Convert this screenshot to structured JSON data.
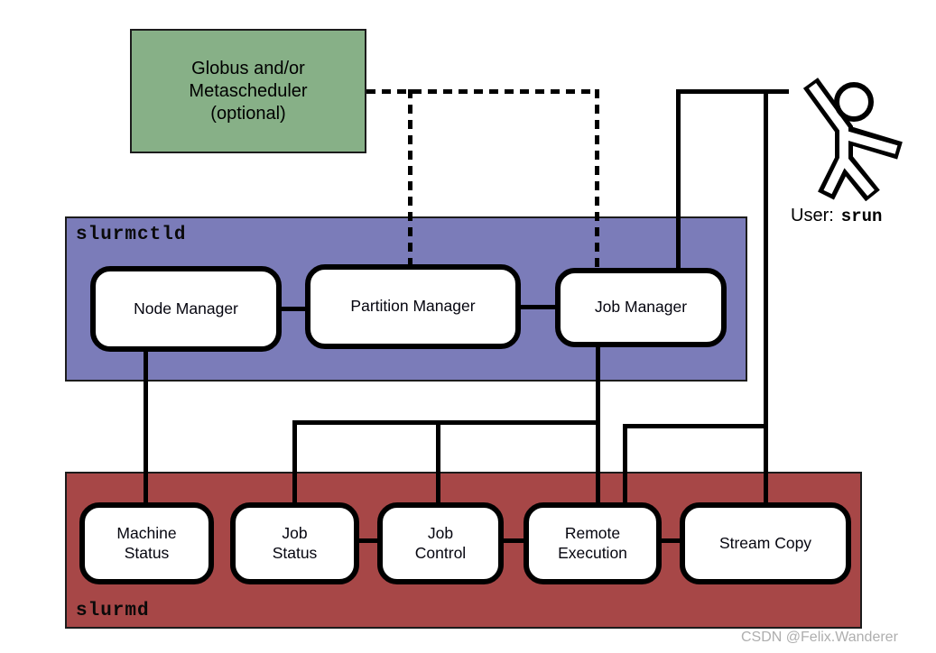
{
  "diagram": {
    "optional_box": {
      "label": "Globus and/or\nMetascheduler\n(optional)"
    },
    "slurmctld": {
      "label": "slurmctld",
      "components": [
        {
          "label": "Node Manager"
        },
        {
          "label": "Partition Manager"
        },
        {
          "label": "Job Manager"
        }
      ]
    },
    "slurmd": {
      "label": "slurmd",
      "components": [
        {
          "label": "Machine\nStatus"
        },
        {
          "label": "Job\nStatus"
        },
        {
          "label": "Job\nControl"
        },
        {
          "label": "Remote\nExecution"
        },
        {
          "label": "Stream Copy"
        }
      ]
    },
    "user": {
      "prefix": "User:",
      "command": "srun"
    },
    "watermark": "CSDN @Felix.Wanderer",
    "colors": {
      "optional_green": "#87B087",
      "slurmctld_purple": "#7B7CB9",
      "slurmd_red": "#A74747",
      "line": "#000000",
      "watermark_gray": "#AEAEAE"
    }
  }
}
